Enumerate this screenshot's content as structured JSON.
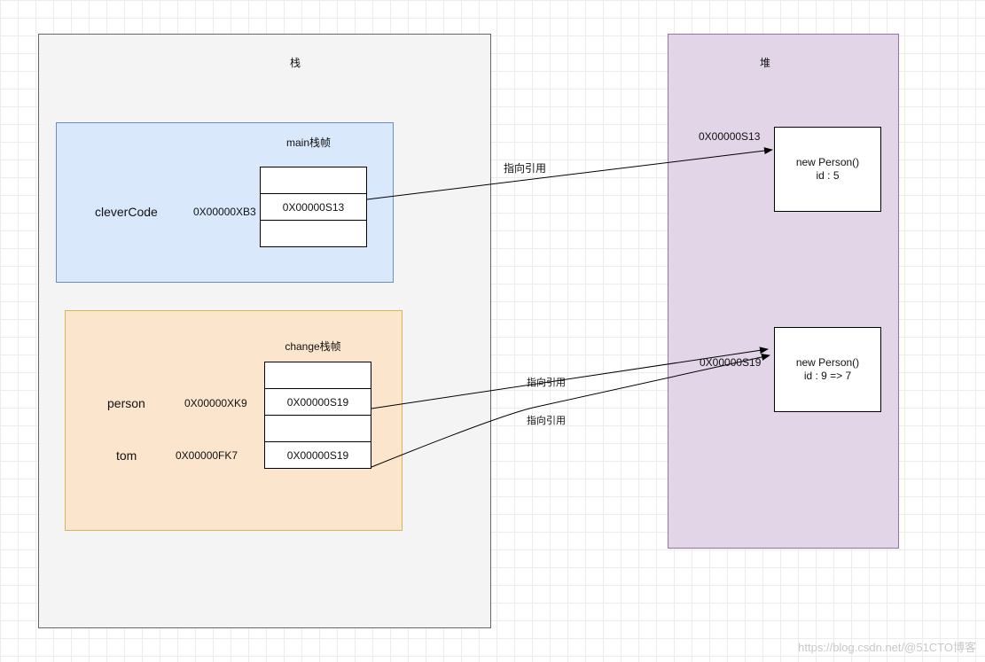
{
  "stack": {
    "title": "栈"
  },
  "heap": {
    "title": "堆"
  },
  "main_frame": {
    "title": "main栈帧",
    "var_name": "cleverCode",
    "var_addr": "0X00000XB3",
    "cells": [
      "",
      "0X00000S13",
      ""
    ]
  },
  "change_frame": {
    "title": "change栈帧",
    "vars": [
      {
        "name": "person",
        "addr": "0X00000XK9"
      },
      {
        "name": "tom",
        "addr": "0X00000FK7"
      }
    ],
    "cells": [
      "",
      "0X00000S19",
      "",
      "0X00000S19"
    ]
  },
  "objects": [
    {
      "addr": "0X00000S13",
      "line1": "new Person()",
      "line2": "id : 5"
    },
    {
      "addr": "0X00000S19",
      "line1": "new Person()",
      "line2": "id : 9 => 7"
    }
  ],
  "arrow_label": "指向引用",
  "watermark": "https://blog.csdn.net/@51CTO博客"
}
